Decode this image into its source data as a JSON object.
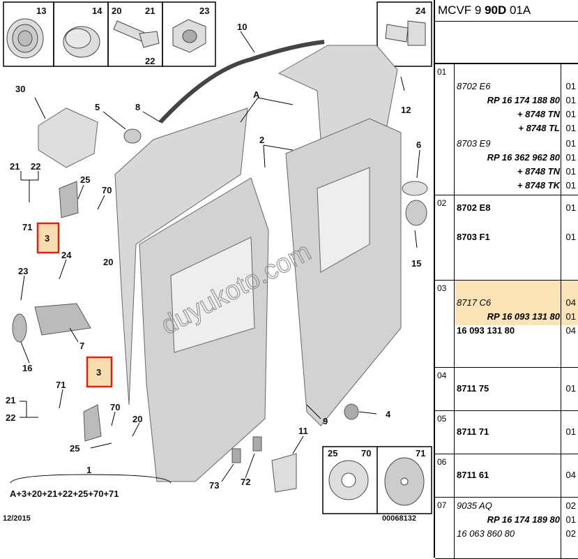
{
  "header": {
    "code_prefix": "MCVF 9 ",
    "code_bold": "90D",
    "code_suffix": " 01A"
  },
  "labels": {
    "l13": "13",
    "l14": "14",
    "l20a": "20",
    "l21a": "21",
    "l22a": "22",
    "l23a": "23",
    "l24a": "24",
    "l10": "10",
    "lA": "A",
    "l5": "5",
    "l8": "8",
    "l12": "12",
    "l30": "30",
    "l2": "2",
    "l6": "6",
    "l21b": "21",
    "l22b": "22",
    "l25a": "25",
    "l70a": "70",
    "l71a": "71",
    "l3a": "3",
    "l20b": "20",
    "l15": "15",
    "l24b": "24",
    "l23b": "23",
    "l7": "7",
    "l16": "16",
    "l3b": "3",
    "l71b": "71",
    "l21c": "21",
    "l22c": "22",
    "l70b": "70",
    "l20c": "20",
    "l25b": "25",
    "l4": "4",
    "l9": "9",
    "l11": "11",
    "l73": "73",
    "l72": "72",
    "l1": "1",
    "l25c": "25",
    "l70c": "70",
    "l71c": "71"
  },
  "formula": "A+3+20+21+22+25+70+71",
  "date": "12/2015",
  "ref_number": "00068132",
  "watermark": "duyukoto.com",
  "rows": [
    {
      "num": "01",
      "lines": [
        {
          "text": "8702 E6",
          "style": "main it",
          "qty": "01"
        },
        {
          "text": "RP 16 174 188 80",
          "style": "ref",
          "qty": "01"
        },
        {
          "text": "+ 8748 TN",
          "style": "ref",
          "qty": "01"
        },
        {
          "text": "+ 8748 TL",
          "style": "ref",
          "qty": "01"
        },
        {
          "text": "8703 E9",
          "style": "main it",
          "qty": "01"
        },
        {
          "text": "RP 16 362 962 80",
          "style": "ref",
          "qty": "01"
        },
        {
          "text": "+ 8748 TN",
          "style": "ref",
          "qty": "01"
        },
        {
          "text": "+ 8748 TK",
          "style": "ref",
          "qty": "01"
        }
      ]
    },
    {
      "num": "02",
      "lines": [
        {
          "text": "8702 E8",
          "style": "main b",
          "qty": "01"
        },
        {
          "text": "8703 F1",
          "style": "main b",
          "qty": "01"
        }
      ]
    },
    {
      "num": "03",
      "lines": [
        {
          "text": "8717 C6",
          "style": "main it",
          "qty": "04"
        },
        {
          "text": "RP 16 093 131 80",
          "style": "ref",
          "qty": "01"
        },
        {
          "text": "16 093 131 80",
          "style": "main b",
          "qty": "04"
        }
      ]
    },
    {
      "num": "04",
      "lines": [
        {
          "text": "8711 75",
          "style": "main b",
          "qty": "01"
        }
      ]
    },
    {
      "num": "05",
      "lines": [
        {
          "text": "8711 71",
          "style": "main b",
          "qty": "01"
        }
      ]
    },
    {
      "num": "06",
      "lines": [
        {
          "text": "8711 61",
          "style": "main b",
          "qty": "04"
        }
      ]
    },
    {
      "num": "07",
      "lines": [
        {
          "text": "9035 AQ",
          "style": "main it",
          "qty": "02"
        },
        {
          "text": "RP 16 174 189 80",
          "style": "ref",
          "qty": "01"
        },
        {
          "text": "16 063 860 80",
          "style": "main it",
          "qty": "02"
        }
      ]
    }
  ]
}
